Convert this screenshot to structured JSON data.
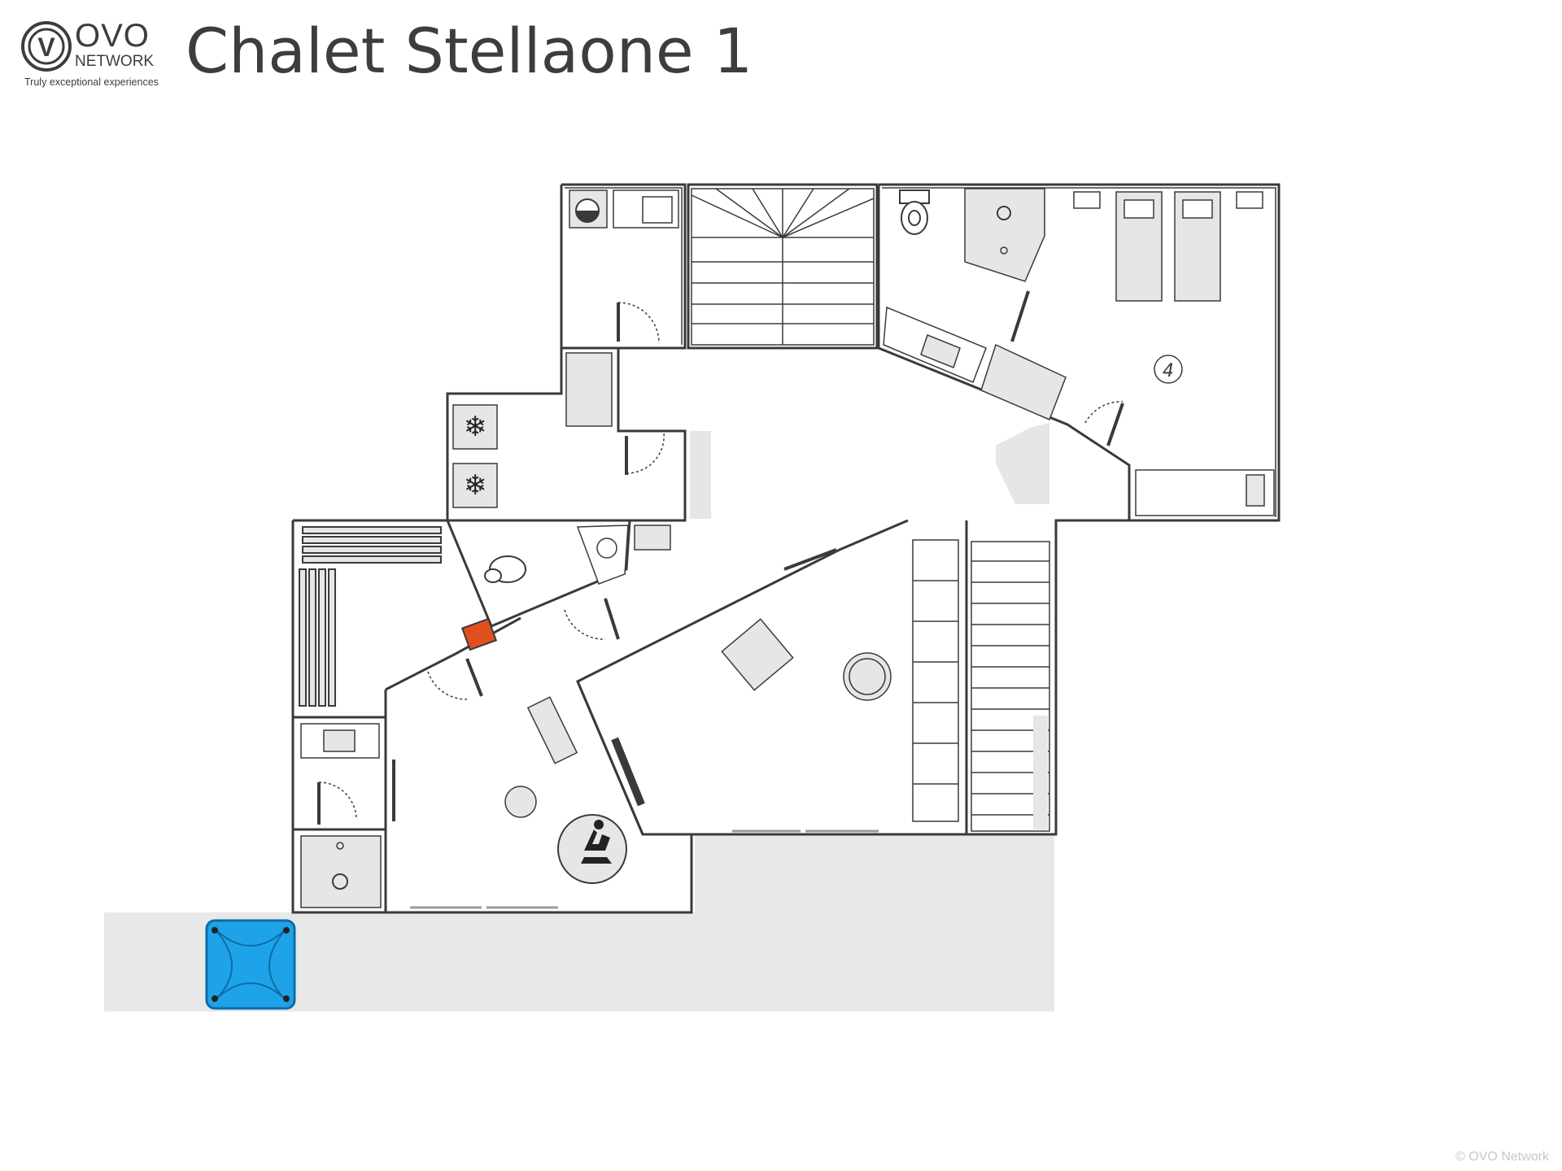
{
  "header": {
    "title": "Chalet Stellaone 1",
    "logo": {
      "mark": "V",
      "name": "OVO",
      "network": "NETWORK",
      "tagline": "Truly exceptional experiences"
    }
  },
  "plan": {
    "room_number": "4",
    "icons": [
      "washing-machine-icon",
      "freezer-icon",
      "exercise-bike-icon",
      "jacuzzi-icon",
      "fireplace-icon",
      "toilet-icon",
      "shower-icon",
      "sink-icon",
      "bed-icon"
    ],
    "colors": {
      "wall": "#3a3a3a",
      "fixture": "#e6e6e6",
      "jacuzzi": "#1fa3e8",
      "fireplace": "#e0501f"
    }
  },
  "footer": {
    "copyright": "© OVO Network"
  }
}
